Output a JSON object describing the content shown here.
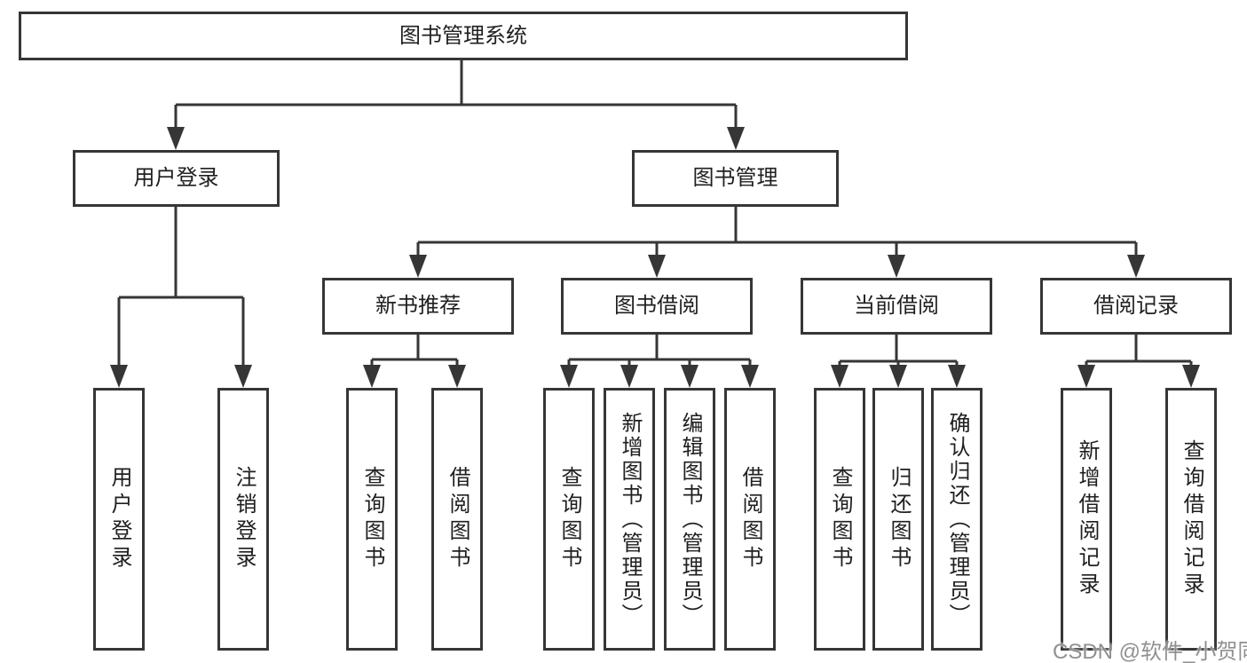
{
  "diagram": {
    "title": "图书管理系统",
    "nodes": {
      "root": "图书管理系统",
      "userLogin": "用户登录",
      "bookManagement": "图书管理",
      "userLoginLeaf": "用户登录",
      "logout": "注销登录",
      "newBookRecommend": "新书推荐",
      "bookBorrow": "图书借阅",
      "currentBorrow": "当前借阅",
      "borrowRecords": "借阅记录",
      "nbQueryBooks": "查询图书",
      "nbBorrowBooks": "借阅图书",
      "bbQueryBooks": "查询图书",
      "bbAddBook": "新增图书（管理员）",
      "bbEditBook": "编辑图书（管理员）",
      "bbBorrowBooks": "借阅图书",
      "cbQueryBooks": "查询图书",
      "cbReturnBook": "归还图书",
      "cbConfirmReturn": "确认归还（管理员）",
      "brAddRecord": "新增借阅记录",
      "brQueryRecord": "查询借阅记录"
    },
    "hierarchy": {
      "图书管理系统": [
        "用户登录",
        "图书管理"
      ],
      "用户登录": [
        "用户登录",
        "注销登录"
      ],
      "图书管理": [
        "新书推荐",
        "图书借阅",
        "当前借阅",
        "借阅记录"
      ],
      "新书推荐": [
        "查询图书",
        "借阅图书"
      ],
      "图书借阅": [
        "查询图书",
        "新增图书（管理员）",
        "编辑图书（管理员）",
        "借阅图书"
      ],
      "当前借阅": [
        "查询图书",
        "归还图书",
        "确认归还（管理员）"
      ],
      "借阅记录": [
        "新增借阅记录",
        "查询借阅记录"
      ]
    },
    "colors": {
      "line": "#363636",
      "text": "#1f1f1f",
      "background": "#ffffff",
      "watermark": "#7d7d7d"
    }
  },
  "watermark": {
    "text": "CSDN @软件_小贺同学"
  }
}
